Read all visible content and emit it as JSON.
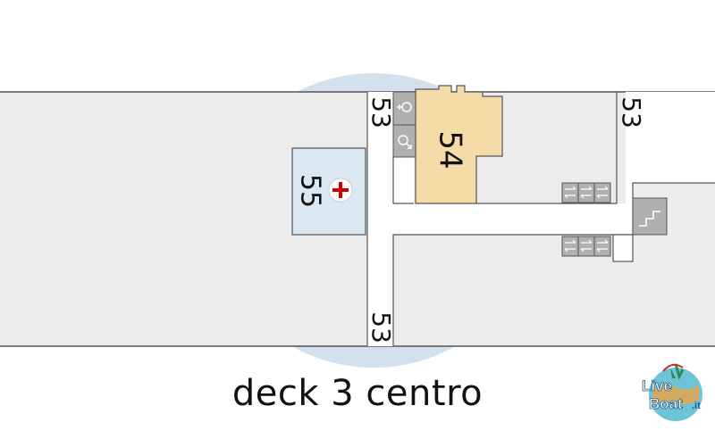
{
  "map": {
    "areas": {
      "medical": {
        "number": "55",
        "fill": "#dbe7f1",
        "icon": "red-cross-icon",
        "icon_color": "#d40000"
      },
      "venue": {
        "number": "54",
        "fill": "#f5dba8"
      }
    },
    "stair_labels": {
      "top_left": "53",
      "bottom_left": "53",
      "top_right": "53"
    },
    "restrooms": [
      {
        "icon": "female-symbol-icon"
      },
      {
        "icon": "male-symbol-icon"
      }
    ],
    "elevator_banks": [
      {
        "icon": "elevator-icon",
        "count": 3
      },
      {
        "icon": "elevator-icon",
        "count": 3
      }
    ],
    "stairs": {
      "icon": "stairs-icon"
    },
    "colors": {
      "deck_fill": "#ececec",
      "outline": "#555555",
      "gray_block": "#b0b0b0",
      "halo": "#d3e0ee"
    }
  },
  "caption": "deck 3 centro",
  "logo": {
    "line1": "Live",
    "line2": "Boat",
    "suffix": ".it"
  }
}
